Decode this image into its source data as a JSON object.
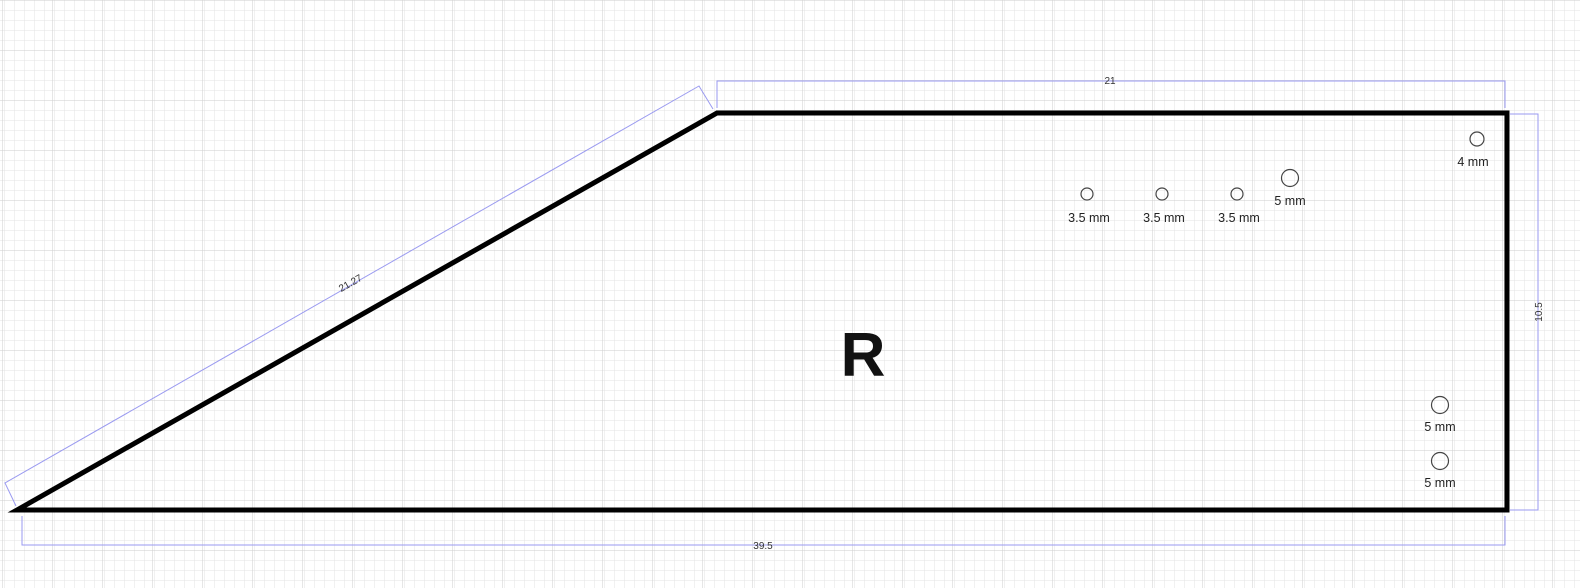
{
  "part": {
    "label": "R",
    "outline_color": "#000000"
  },
  "grid": {
    "minor_color": "#e3e3e3",
    "major_color": "#cdcdcd"
  },
  "dimensions": {
    "color": "#9a9af0",
    "top_width": "21",
    "bottom_width": "39.5",
    "right_height": "10.5",
    "slope_length": "21.27"
  },
  "holes": [
    {
      "label": "4 mm"
    },
    {
      "label": "3.5 mm"
    },
    {
      "label": "3.5 mm"
    },
    {
      "label": "3.5 mm"
    },
    {
      "label": "5 mm"
    },
    {
      "label": "5 mm"
    },
    {
      "label": "5 mm"
    }
  ]
}
